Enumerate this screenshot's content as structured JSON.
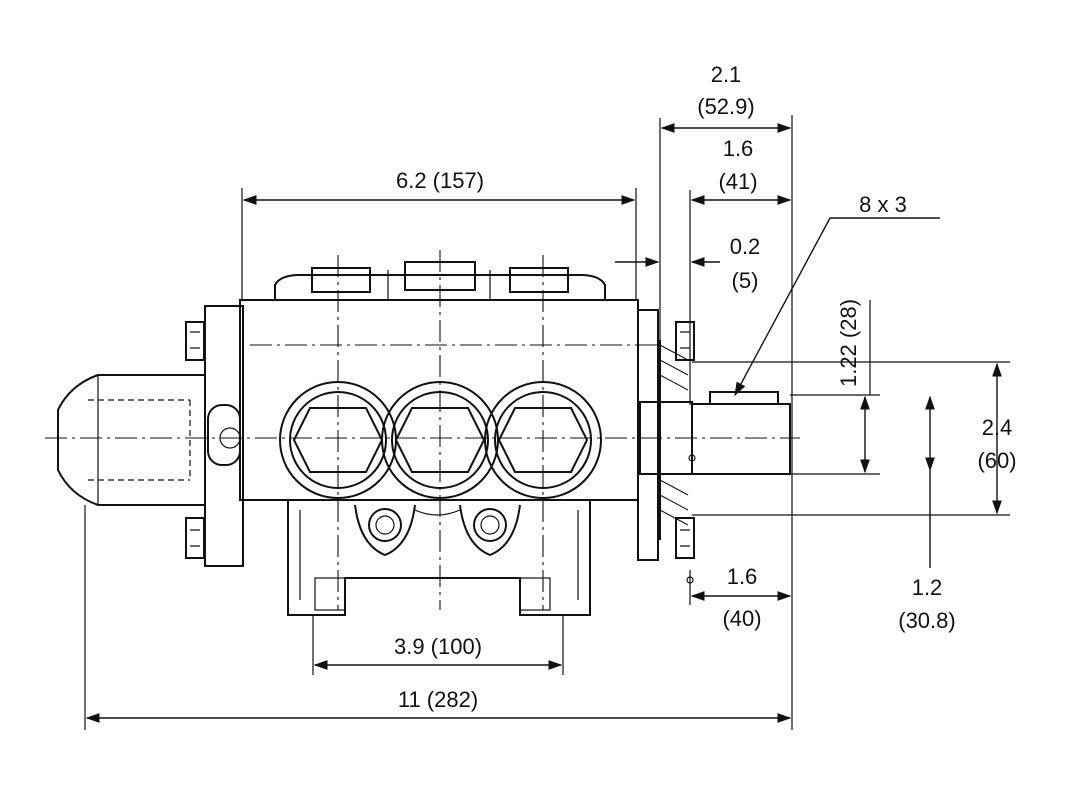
{
  "labels": {
    "overall_height": "2.1",
    "overall_height_mm": "(52.9)",
    "shaft_length": "1.6",
    "shaft_length_mm": "(41)",
    "key": "8 x 3",
    "body_width": "6.2 (157)",
    "flange_gap": "0.2",
    "flange_gap_mm": "(5)",
    "shaft_dia": "1.22 (28)",
    "flange_height": "2.4",
    "flange_height_mm": "(60)",
    "shaft_offset": "1.2",
    "shaft_offset_mm": "(30.8)",
    "shaft_proj": "1.6",
    "shaft_proj_mm": "(40)",
    "mount_width": "3.9 (100)",
    "total_length": "11 (282)"
  }
}
